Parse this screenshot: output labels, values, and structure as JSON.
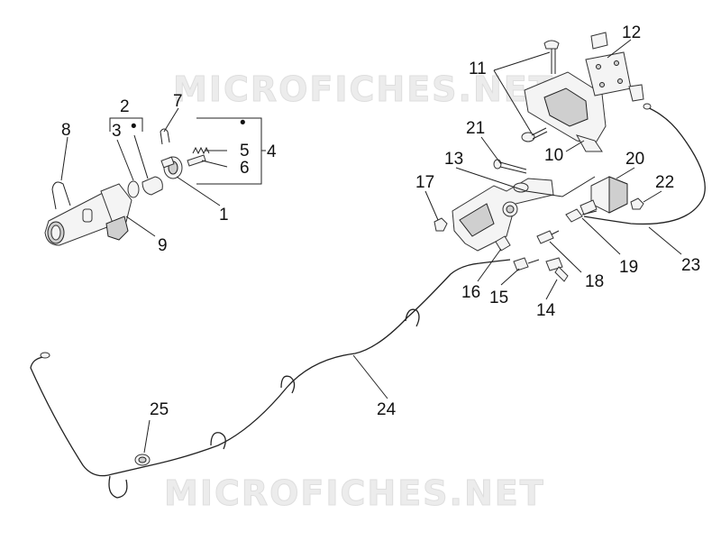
{
  "watermark_top": "MICROFICHES.NET",
  "watermark_bottom": "MICROFICHES.NET",
  "callouts": {
    "c1": "1",
    "c2": "2",
    "c3": "3",
    "c4": "4",
    "c5": "5",
    "c6": "6",
    "c7": "7",
    "c8": "8",
    "c9": "9",
    "c10": "10",
    "c11": "11",
    "c12": "12",
    "c13": "13",
    "c14": "14",
    "c15": "15",
    "c16": "16",
    "c17": "17",
    "c18": "18",
    "c19": "19",
    "c20": "20",
    "c21": "21",
    "c22": "22",
    "c23": "23",
    "c24": "24",
    "c25": "25"
  },
  "legend_marks": {
    "mark_a": "•",
    "mark_b": "•"
  }
}
